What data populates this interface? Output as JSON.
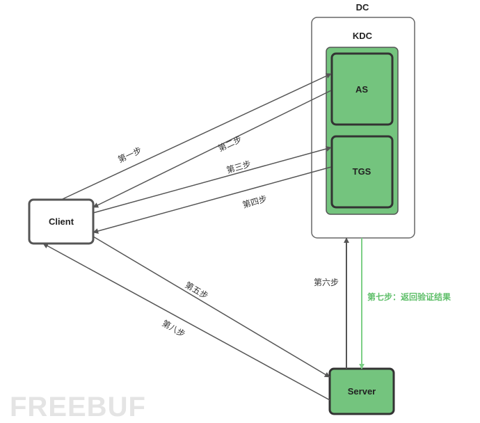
{
  "nodes": {
    "dc": "DC",
    "kdc": "KDC",
    "as": "AS",
    "tgs": "TGS",
    "client": "Client",
    "server": "Server"
  },
  "steps": {
    "step1": "第一步",
    "step2": "第二步",
    "step3": "第三步",
    "step4": "第四步",
    "step5": "第五步",
    "step6": "第六步",
    "step7": "第七步：返回验证结果",
    "step8": "第八步"
  },
  "watermark": "FREEBUF",
  "colors": {
    "green_fill": "#74c47e",
    "green_border": "#444444",
    "return_arrow": "#7ccf86",
    "arrow": "#555555"
  }
}
